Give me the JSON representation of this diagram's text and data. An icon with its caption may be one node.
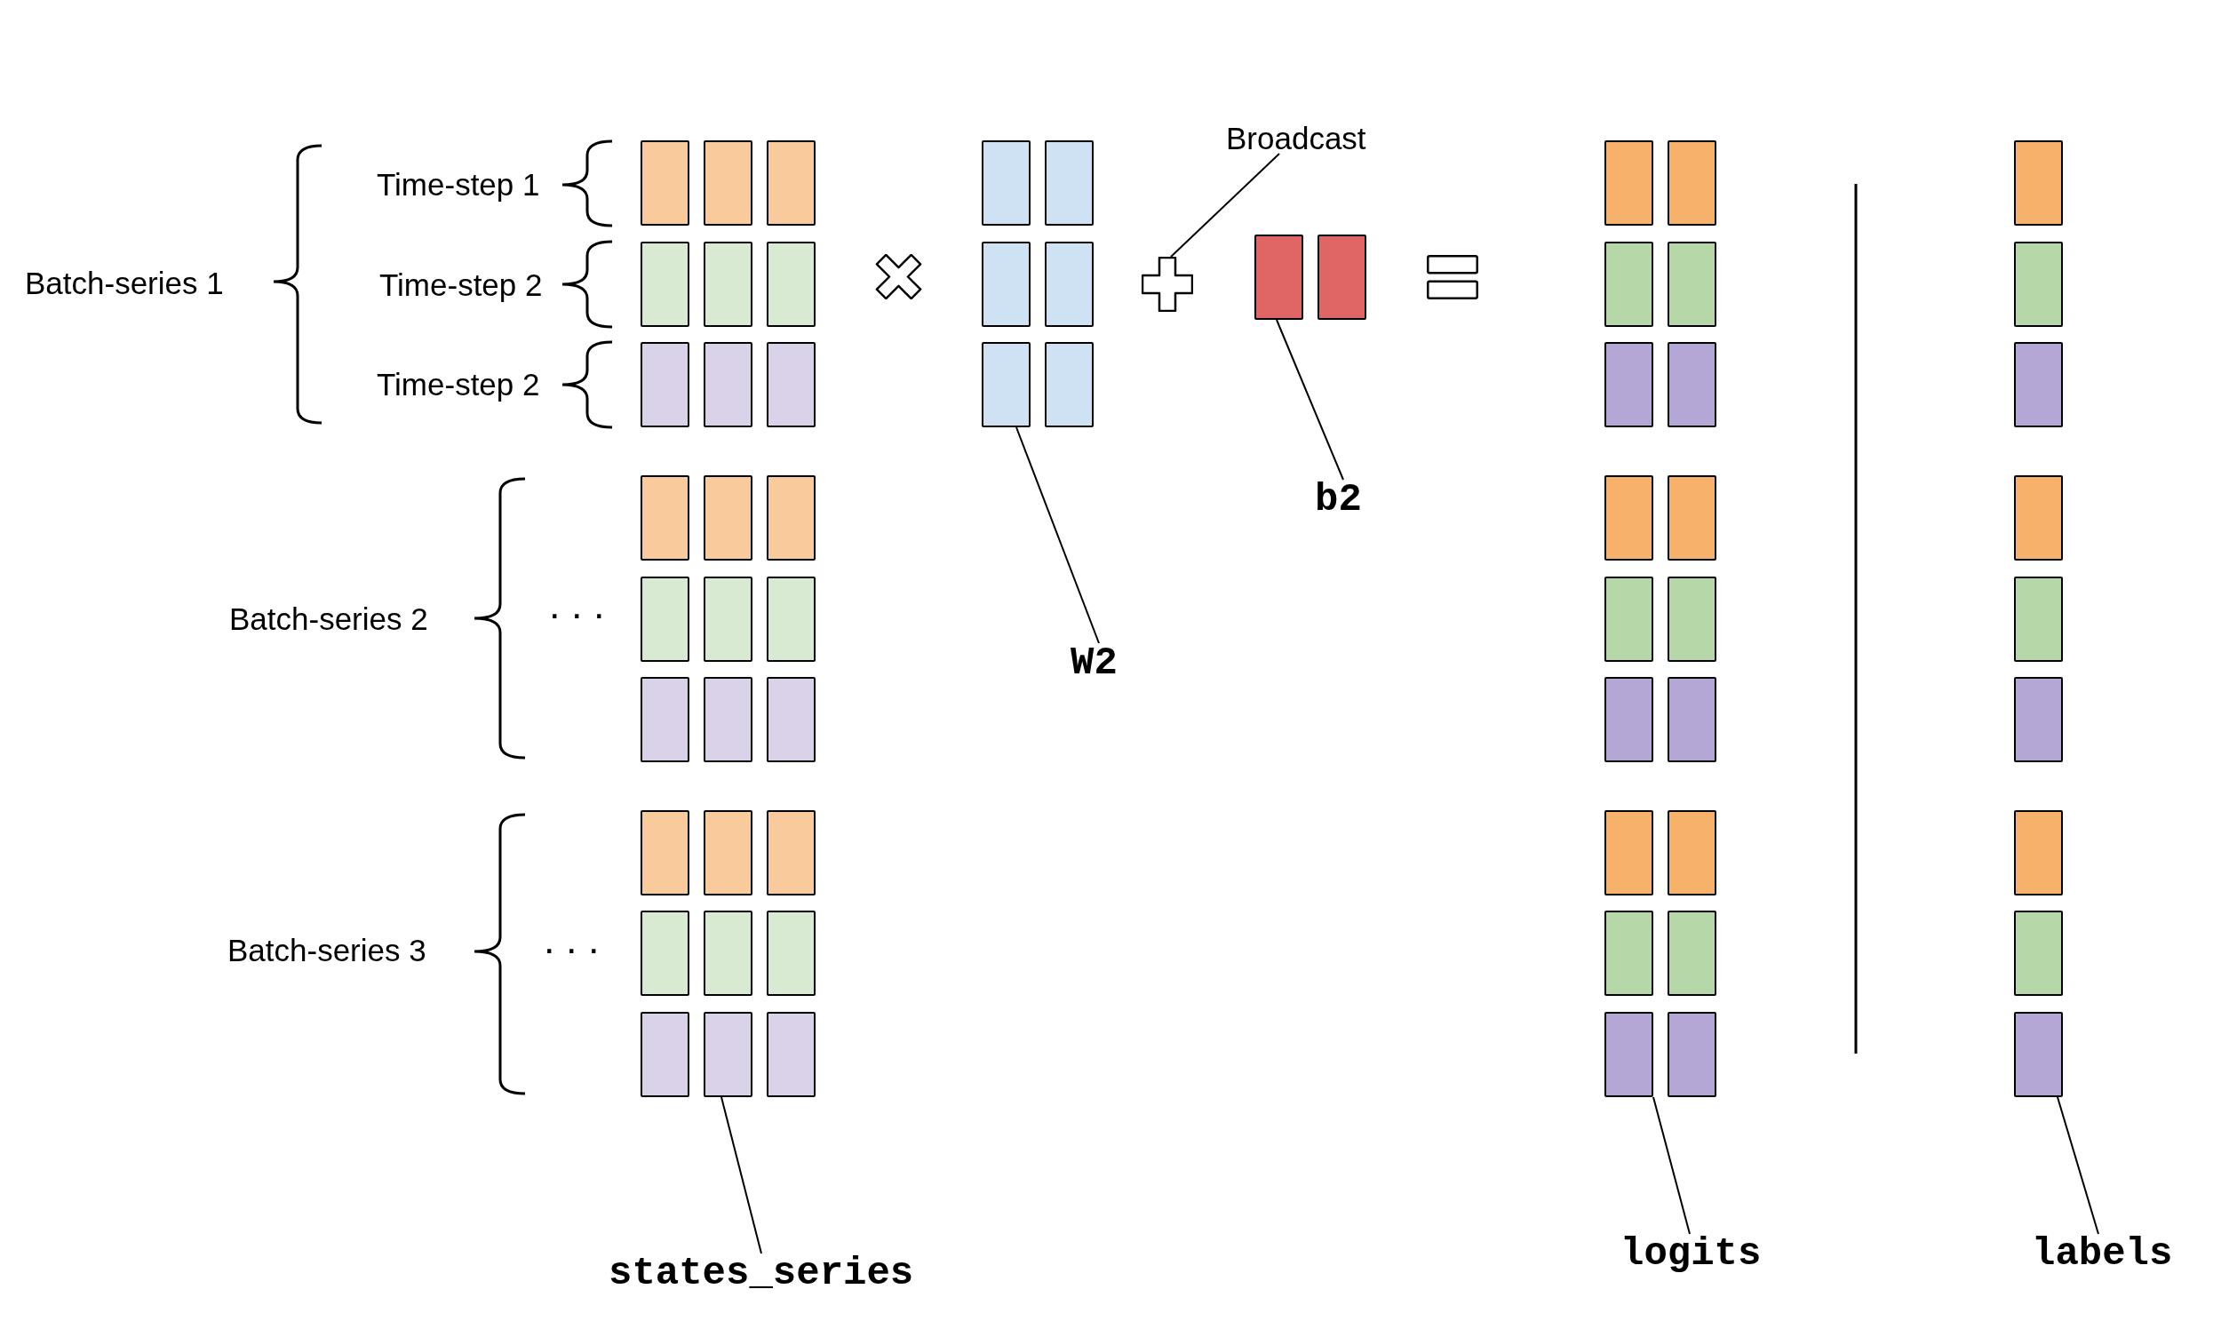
{
  "diagram": {
    "nodes": [
      {
        "text": [
          "Broadcast"
        ]
      },
      {
        "text": [],
        "shape": "grid"
      },
      {
        "text": [],
        "shape": "grid"
      },
      {
        "text": [],
        "shape": "plus"
      },
      {
        "text": [],
        "shape": "grid"
      },
      {
        "text": [],
        "shape": "grid"
      },
      {
        "text": [],
        "shape": "grid"
      },
      {
        "text": [
          "b2"
        ]
      },
      {
        "text": [
          "W2"
        ]
      },
      {
        "text": [
          "states_series"
        ]
      },
      {
        "text": [
          "logits"
        ]
      },
      {
        "text": [
          "labels"
        ]
      }
    ],
    "edges": [
      {
        "from": 0,
        "to": 3,
        "arrow": "none"
      },
      {
        "from": 7,
        "to": 4,
        "arrow": "none"
      },
      {
        "from": 8,
        "to": 2,
        "arrow": "none"
      },
      {
        "from": 9,
        "to": 1,
        "arrow": "none"
      },
      {
        "from": 10,
        "to": 5,
        "arrow": "none"
      },
      {
        "from": 11,
        "to": 6,
        "arrow": "none"
      }
    ],
    "labels": [
      "Time-step 1",
      "Batch-series 1",
      "Time-step 2",
      "Time-step 2",
      "Batch-series 2",
      ". . .",
      "Batch-series 3",
      ". . ."
    ]
  }
}
